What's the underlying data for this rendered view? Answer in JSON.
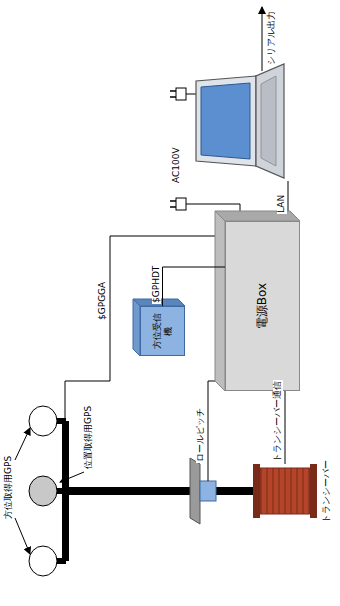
{
  "diagram": {
    "nodes": [
      {
        "text": [
          "方位受信機"
        ]
      },
      {
        "text": [
          "電源Box"
        ]
      }
    ],
    "edges": [
      {
        "from": 0,
        "to": 1,
        "label": "$GPHDT",
        "arrow": "none"
      }
    ],
    "labels": [
      "方位取得用GPS",
      "位置取得用GPS",
      "$GPGGA",
      "ロールピッチ",
      "トランシーバー通信",
      "AC100V",
      "LAN",
      "シリアル出力",
      "トランシーバー"
    ]
  }
}
